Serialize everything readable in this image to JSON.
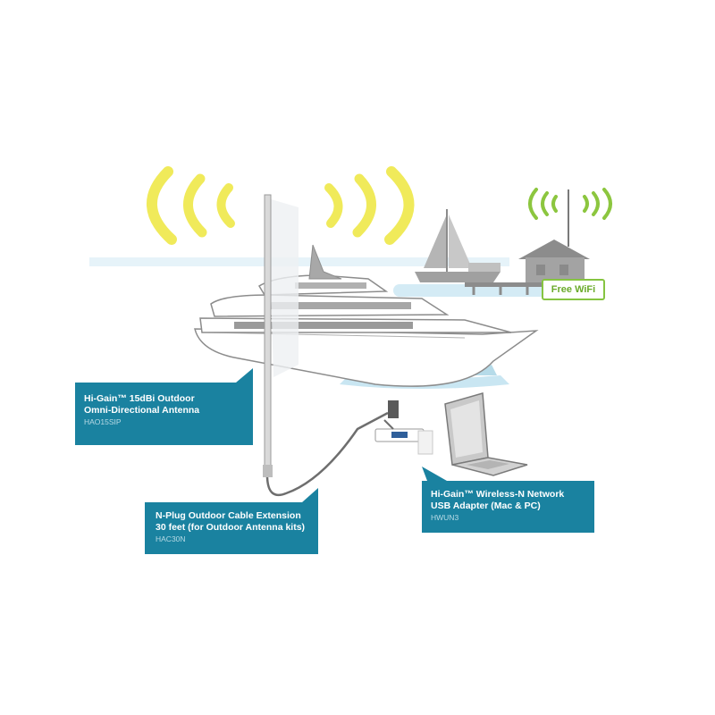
{
  "colors": {
    "callout_bg": "#1a82a0",
    "signal_yellow": "#f0ea5a",
    "signal_green": "#8cc63f",
    "water_blue": "#c9e6f2",
    "outline_gray": "#8c8c8c"
  },
  "icons": [
    "yacht-icon",
    "omni-antenna-icon",
    "signal-waves-icon",
    "sailboat-icon",
    "boathouse-icon",
    "wifi-signal-icon",
    "laptop-icon",
    "usb-adapter-icon",
    "cable-icon"
  ],
  "callouts": {
    "antenna": {
      "title": "Hi-Gain™ 15dBi Outdoor\nOmni-Directional Antenna",
      "sku": "HAO15SIP"
    },
    "cable": {
      "title": "N-Plug Outdoor Cable Extension\n30 feet (for Outdoor Antenna kits)",
      "sku": "HAC30N"
    },
    "adapter": {
      "title": "Hi-Gain™ Wireless-N Network\nUSB Adapter (Mac & PC)",
      "sku": "HWUN3"
    }
  },
  "free_wifi": "Free WiFi"
}
